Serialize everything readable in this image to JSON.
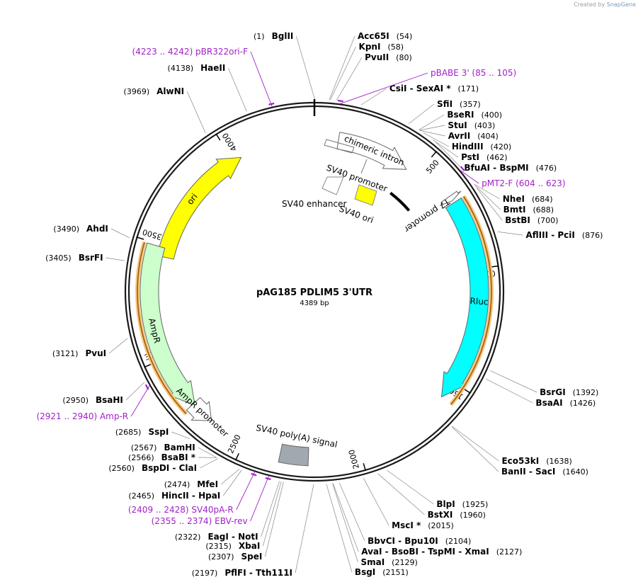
{
  "credit": {
    "prefix": "Created by",
    "brand": "SnapGene"
  },
  "plasmid": {
    "name": "pAG185 PDLIM5 3'UTR",
    "length": 4389,
    "length_label": "4389 bp"
  },
  "ticks": [
    {
      "bp": 500,
      "label": "500"
    },
    {
      "bp": 1000,
      "label": "1000"
    },
    {
      "bp": 1500,
      "label": "1500"
    },
    {
      "bp": 2000,
      "label": "2000"
    },
    {
      "bp": 2500,
      "label": "2500"
    },
    {
      "bp": 3000,
      "label": "3000"
    },
    {
      "bp": 3500,
      "label": "3500"
    },
    {
      "bp": 4000,
      "label": "4000"
    }
  ],
  "features": [
    {
      "name": "ori",
      "label": "ori",
      "start": 3450,
      "end": 4040,
      "dir": "cw",
      "color": "#ffff00",
      "track": "inner",
      "label_mode": "inside"
    },
    {
      "name": "ampr",
      "label": "AmpR",
      "start": 2760,
      "end": 3490,
      "dir": "ccw",
      "color": "#ccffcc",
      "track": "mid",
      "label_mode": "inside"
    },
    {
      "name": "ampr-promoter",
      "label": "AmpR promoter",
      "start": 2665,
      "end": 2770,
      "dir": "ccw",
      "color": "#ffffff",
      "track": "mid",
      "label_mode": "inside"
    },
    {
      "name": "rluc",
      "label": "Rluc",
      "start": 700,
      "end": 1580,
      "dir": "cw",
      "color": "#00ffff",
      "track": "mid",
      "label_mode": "inside"
    },
    {
      "name": "t7-promoter",
      "label": "T7 promoter",
      "start": 668,
      "end": 690,
      "dir": "cw",
      "color": "#ffffff",
      "track": "mid",
      "label_mode": "radial"
    },
    {
      "name": "chimeric-intron",
      "label": "chimeric intron",
      "start": 110,
      "end": 450,
      "dir": "cw",
      "color": "#ffffff",
      "track": "inner",
      "label_mode": "inside"
    },
    {
      "name": "sv40-poly-a-signal",
      "label": "SV40 poly(A) signal",
      "start": 2220,
      "end": 2340,
      "dir": "none",
      "color": "#a0a8b0",
      "track": "mid",
      "label_mode": "outside"
    }
  ],
  "small_features": [
    {
      "name": "sv40-promoter",
      "label": "SV40 promoter",
      "color": "#ffffff"
    },
    {
      "name": "sv40-enhancer",
      "label": "SV40 enhancer",
      "color": "#ffffff"
    },
    {
      "name": "sv40-ori",
      "label": "SV40 ori",
      "color": "#ffff00"
    }
  ],
  "orange_ranges": [
    {
      "start": 700,
      "end": 1580
    },
    {
      "start": 2760,
      "end": 3490
    }
  ],
  "black_region": {
    "start": 458,
    "end": 602
  },
  "sites": [
    {
      "name": "BglII",
      "pos": "1",
      "side": "left",
      "bp": 1
    },
    {
      "name": "Acc65I",
      "pos": "54",
      "side": "right",
      "bp": 54
    },
    {
      "name": "KpnI",
      "pos": "58",
      "side": "right",
      "bp": 58
    },
    {
      "name": "PvuII",
      "pos": "80",
      "side": "right",
      "bp": 80
    },
    {
      "name": "CsiI  -  SexAI *",
      "pos": "171",
      "side": "right",
      "bp": 171
    },
    {
      "name": "SfiI",
      "pos": "357",
      "side": "right",
      "bp": 357
    },
    {
      "name": "BseRI",
      "pos": "400",
      "side": "right",
      "bp": 400
    },
    {
      "name": "StuI",
      "pos": "403",
      "side": "right",
      "bp": 403
    },
    {
      "name": "AvrII",
      "pos": "404",
      "side": "right",
      "bp": 404
    },
    {
      "name": "HindIII",
      "pos": "420",
      "side": "right",
      "bp": 420
    },
    {
      "name": "PstI",
      "pos": "462",
      "side": "right",
      "bp": 462
    },
    {
      "name": "BfuAI  -  BspMI",
      "pos": "476",
      "side": "right",
      "bp": 476
    },
    {
      "name": "NheI",
      "pos": "684",
      "side": "right",
      "bp": 684
    },
    {
      "name": "BmtI",
      "pos": "688",
      "side": "right",
      "bp": 688
    },
    {
      "name": "BstBI",
      "pos": "700",
      "side": "right",
      "bp": 700
    },
    {
      "name": "AflIII  -  PciI",
      "pos": "876",
      "side": "right",
      "bp": 876
    },
    {
      "name": "BsrGI",
      "pos": "1392",
      "side": "right",
      "bp": 1392
    },
    {
      "name": "BsaAI",
      "pos": "1426",
      "side": "right",
      "bp": 1426
    },
    {
      "name": "Eco53kI",
      "pos": "1638",
      "side": "right",
      "bp": 1638
    },
    {
      "name": "BanII  -  SacI",
      "pos": "1640",
      "side": "right",
      "bp": 1640
    },
    {
      "name": "BlpI",
      "pos": "1925",
      "side": "right",
      "bp": 1925
    },
    {
      "name": "BstXI",
      "pos": "1960",
      "side": "right",
      "bp": 1960
    },
    {
      "name": "MscI *",
      "pos": "2015",
      "side": "right",
      "bp": 2015
    },
    {
      "name": "BbvCI  -  Bpu10I",
      "pos": "2104",
      "side": "right",
      "bp": 2104
    },
    {
      "name": "AvaI  -  BsoBI  -  TspMI  -  XmaI",
      "pos": "2127",
      "side": "right",
      "bp": 2127
    },
    {
      "name": "SmaI",
      "pos": "2129",
      "side": "right",
      "bp": 2129
    },
    {
      "name": "BsgI",
      "pos": "2151",
      "side": "right",
      "bp": 2151
    },
    {
      "name": "PflFI  -  Tth111I",
      "pos": "2197",
      "side": "left",
      "bp": 2197
    },
    {
      "name": "SpeI",
      "pos": "2307",
      "side": "left",
      "bp": 2307
    },
    {
      "name": "XbaI",
      "pos": "2315",
      "side": "left",
      "bp": 2315
    },
    {
      "name": "EagI  -  NotI",
      "pos": "2322",
      "side": "left",
      "bp": 2322
    },
    {
      "name": "HincII  -  HpaI",
      "pos": "2465",
      "side": "left",
      "bp": 2465
    },
    {
      "name": "MfeI",
      "pos": "2474",
      "side": "left",
      "bp": 2474
    },
    {
      "name": "BspDI  -  ClaI",
      "pos": "2560",
      "side": "left",
      "bp": 2560
    },
    {
      "name": "BsaBI *",
      "pos": "2566",
      "side": "left",
      "bp": 2566
    },
    {
      "name": "BamHI",
      "pos": "2567",
      "side": "left",
      "bp": 2567
    },
    {
      "name": "SspI",
      "pos": "2685",
      "side": "left",
      "bp": 2685
    },
    {
      "name": "BsaHI",
      "pos": "2950",
      "side": "left",
      "bp": 2950
    },
    {
      "name": "PvuI",
      "pos": "3121",
      "side": "left",
      "bp": 3121
    },
    {
      "name": "BsrFI",
      "pos": "3405",
      "side": "left",
      "bp": 3405
    },
    {
      "name": "AhdI",
      "pos": "3490",
      "side": "left",
      "bp": 3490
    },
    {
      "name": "AlwNI",
      "pos": "3969",
      "side": "left",
      "bp": 3969
    },
    {
      "name": "HaeII",
      "pos": "4138",
      "side": "left",
      "bp": 4138
    }
  ],
  "primers": [
    {
      "name": "pBR322ori-F",
      "range": "4223 .. 4242",
      "side": "left",
      "bp": 4232
    },
    {
      "name": "pBABE 3'",
      "range": "85 .. 105",
      "side": "right",
      "bp": 95
    },
    {
      "name": "pMT2-F",
      "range": "604 .. 623",
      "side": "right",
      "bp": 613
    },
    {
      "name": "Amp-R",
      "range": "2921 .. 2940",
      "side": "left",
      "bp": 2930
    },
    {
      "name": "SV40pA-R",
      "range": "2409 .. 2428",
      "side": "left",
      "bp": 2418
    },
    {
      "name": "EBV-rev",
      "range": "2355 .. 2374",
      "side": "left",
      "bp": 2364
    }
  ]
}
